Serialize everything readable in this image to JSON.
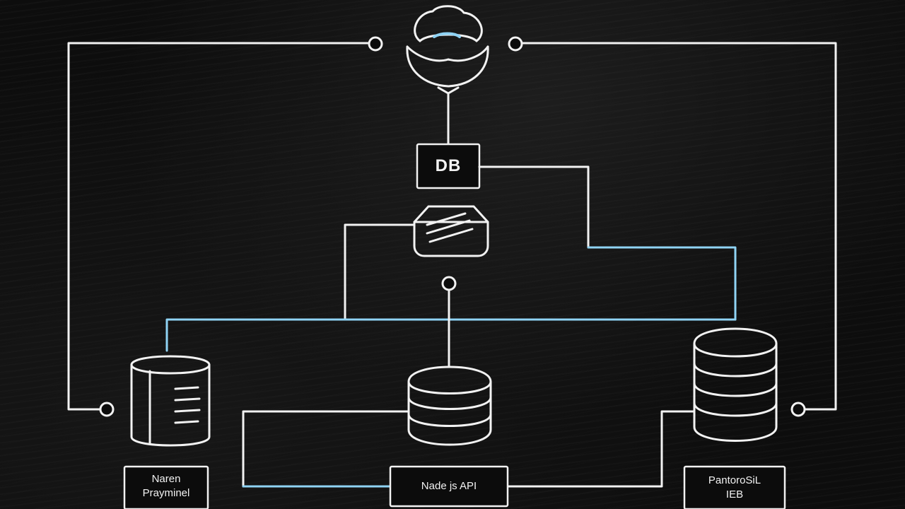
{
  "diagram": {
    "nodes": {
      "db_box": {
        "label": "DB"
      },
      "left_box": {
        "line1": "Naren",
        "line2": "Prayminel"
      },
      "center_box": {
        "label": "Nade js API"
      },
      "right_box": {
        "line1": "PantoroSiL",
        "line2": "IEB"
      }
    },
    "icons": [
      "bowl-icon",
      "server-icon",
      "cylinder-database-icon",
      "stacked-database-icon"
    ],
    "colors": {
      "background": "#0d0d0d",
      "line": "#f2f2f2",
      "accent": "#8fd3f4"
    }
  }
}
